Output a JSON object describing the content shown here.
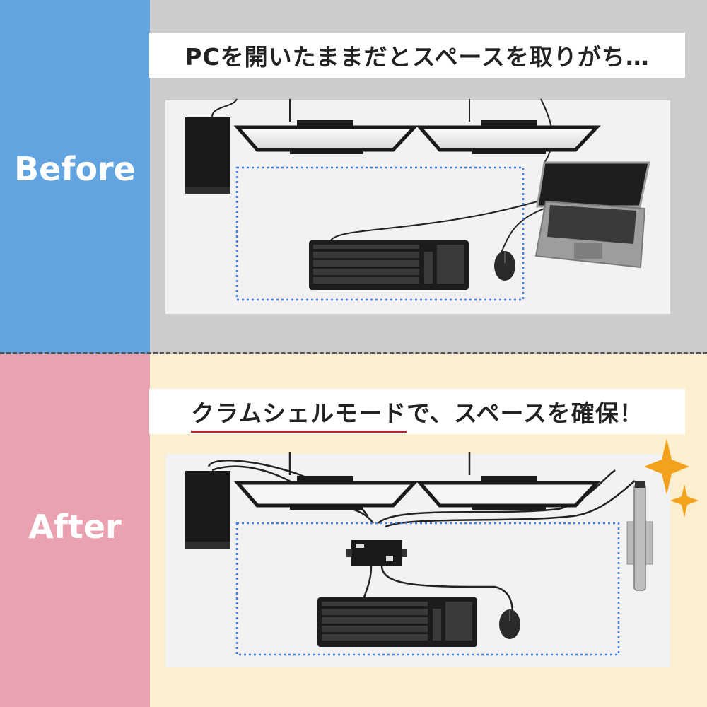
{
  "before": {
    "label": "Before",
    "caption": "PCを開いたままだとスペースを取りがち…"
  },
  "after": {
    "label": "After",
    "caption_highlight": "クラムシェルモード",
    "caption_rest": "で、スペースを確保！"
  },
  "colors": {
    "before_band": "#62a4e0",
    "after_band": "#eba2b0",
    "before_bg": "#cccccc",
    "after_bg": "#fcefcf",
    "desk": "#f2f2f2",
    "space_outline": "#3f7fe6",
    "sparkle": "#f3a21d"
  },
  "icons": [
    "desktop-pc-icon",
    "monitor-icon",
    "laptop-icon",
    "keyboard-icon",
    "mouse-icon",
    "kvm-switch-icon",
    "laptop-stand-icon",
    "sparkle-icon"
  ]
}
